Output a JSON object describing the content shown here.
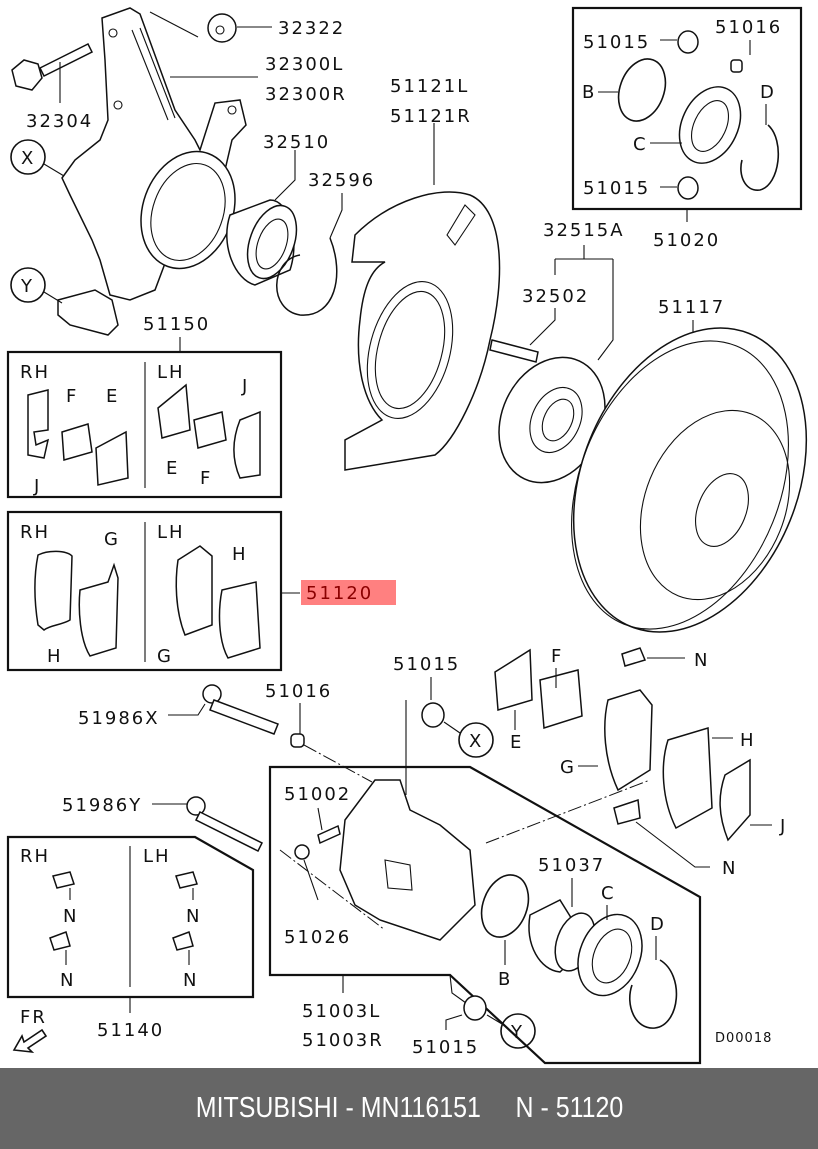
{
  "diagram": {
    "title_code": "D00018",
    "highlighted_part": "51120",
    "highlight_color": "#ff8080",
    "labels": {
      "p32322": "32322",
      "p32300L": "32300L",
      "p32300R": "32300R",
      "p32304": "32304",
      "p32510": "32510",
      "p32596": "32596",
      "p51121L": "51121L",
      "p51121R": "51121R",
      "p32515A": "32515A",
      "p32502": "32502",
      "p51117": "51117",
      "p51150": "51150",
      "p51120": "51120",
      "p51016_top": "51016",
      "p51986X": "51986X",
      "p51986Y": "51986Y",
      "p51015_mid": "51015",
      "p51002": "51002",
      "p51026": "51026",
      "p51037": "51037",
      "p51003L": "51003L",
      "p51003R": "51003R",
      "p51015_bottom": "51015",
      "p51140": "51140"
    },
    "callouts": {
      "x": "X",
      "y": "Y"
    },
    "kit_51020": {
      "label": "51020",
      "items": {
        "boot1": "51015",
        "boot2": "51015",
        "sleeve": "51016",
        "b": "B",
        "c": "C",
        "d": "D"
      }
    },
    "kit_51150": {
      "rh": "RH",
      "lh": "LH",
      "rh_items": {
        "f": "F",
        "e": "E",
        "j": "J"
      },
      "lh_items": {
        "e": "E",
        "f": "F",
        "j": "J"
      }
    },
    "kit_51120": {
      "rh": "RH",
      "lh": "LH",
      "rh_items": {
        "g": "G",
        "h": "H"
      },
      "lh_items": {
        "h": "H",
        "g": "G"
      }
    },
    "kit_51140": {
      "rh": "RH",
      "lh": "LH",
      "rh_items": {
        "n1": "N",
        "n2": "N"
      },
      "lh_items": {
        "n1": "N",
        "n2": "N"
      }
    },
    "exploded": {
      "e": "E",
      "f": "F",
      "n_top": "N",
      "h": "H",
      "g": "G",
      "j": "J",
      "n_bottom": "N",
      "b": "B",
      "c": "C",
      "d": "D"
    },
    "front_indicator": "FR"
  },
  "footer": {
    "brand": "MITSUBISHI",
    "part_number": "MN116151",
    "separator": " - ",
    "ref_prefix": "N",
    "ref_number": "51120"
  }
}
